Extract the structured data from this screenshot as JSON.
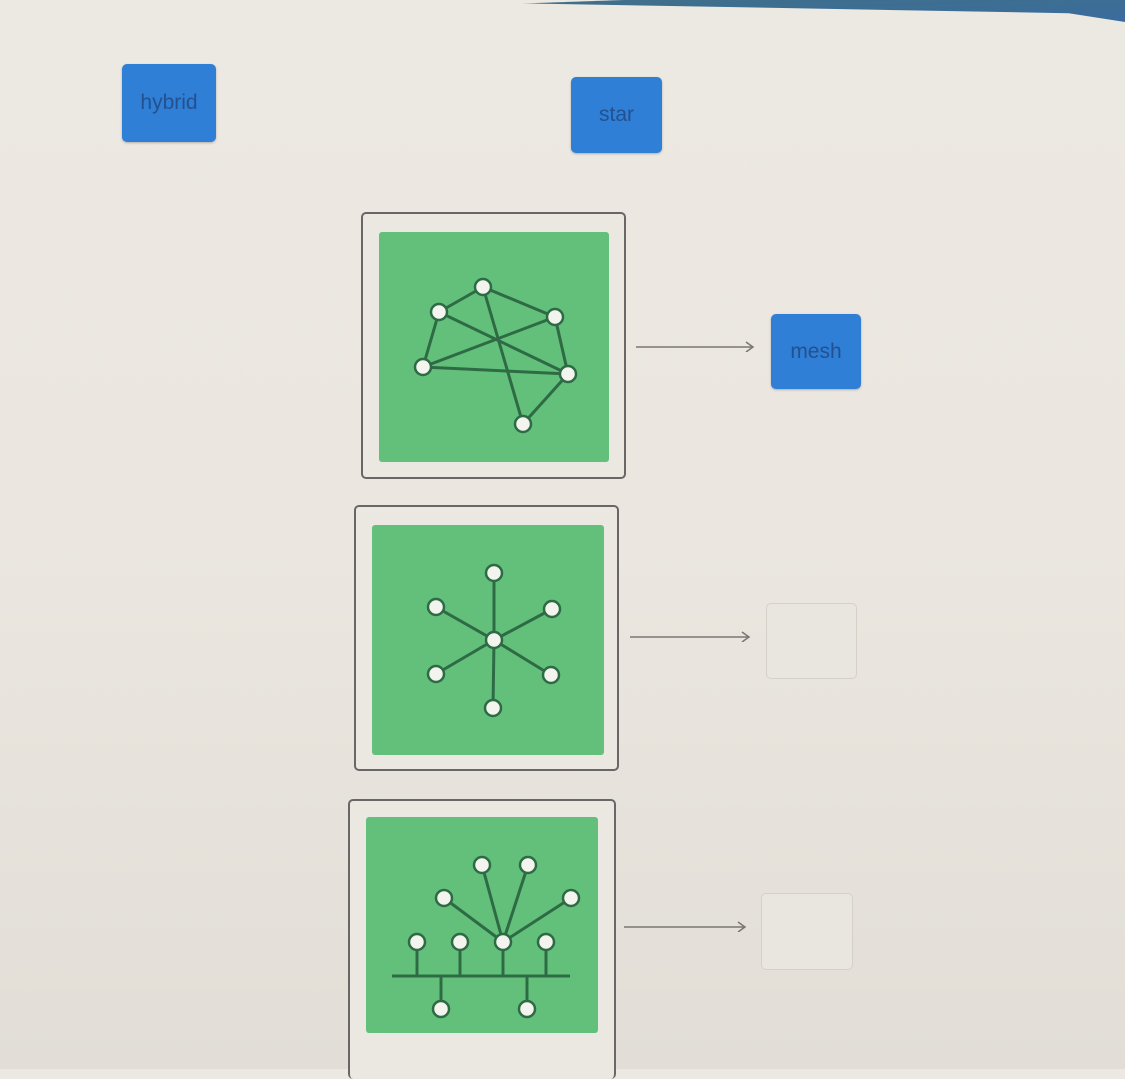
{
  "bank": {
    "chips": [
      {
        "label": "hybrid"
      },
      {
        "label": "star"
      }
    ]
  },
  "rows": [
    {
      "diagram": "mesh-topology",
      "answer": "mesh",
      "filled": true
    },
    {
      "diagram": "star-topology",
      "answer": "",
      "filled": false
    },
    {
      "diagram": "hybrid-topology",
      "answer": "",
      "filled": false
    }
  ],
  "colors": {
    "chip": "#2f7fd6",
    "chip_text": "#23518f",
    "tile": "#62c07a",
    "line": "#2e6b45"
  }
}
